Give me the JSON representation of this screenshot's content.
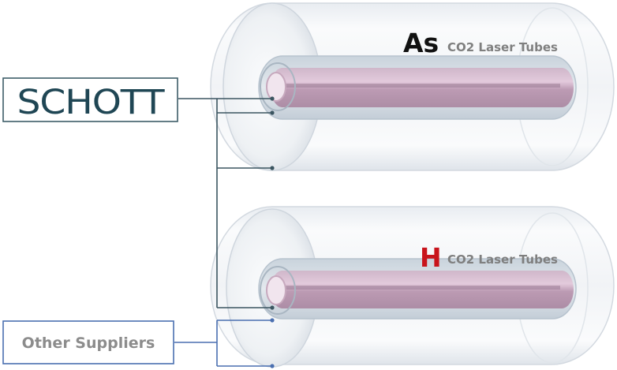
{
  "suppliers": {
    "schott": {
      "logo_text": "SCHOTT"
    },
    "other": {
      "label": "Other Suppliers"
    }
  },
  "tubes": [
    {
      "letter": "As",
      "letter_color": "#111111",
      "caption": "CO2 Laser Tubes"
    },
    {
      "letter": "H",
      "letter_color": "#c8141c",
      "caption": "CO2 Laser Tubes"
    }
  ],
  "colors": {
    "schott_logo": "#1f4654",
    "schott_box_border": "#3d5d68",
    "other_box_border": "#4a6fb0",
    "other_text": "#8c8c8c",
    "connector": "#3b5560",
    "caption_text": "#7f7f7f"
  }
}
